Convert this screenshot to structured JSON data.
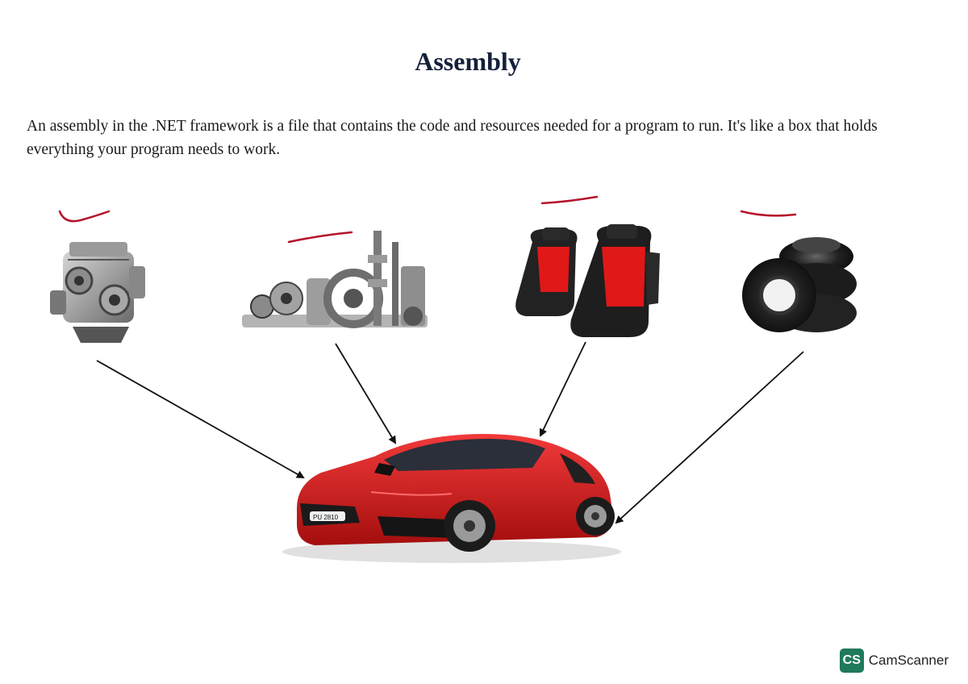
{
  "page": {
    "title": "Assembly",
    "description": "An assembly in the .NET framework is a file that contains the code and resources needed for a program to run. It's like a box that holds everything your program needs to work."
  },
  "watermark": {
    "icon": "CS",
    "label": "CamScanner"
  },
  "car": {
    "plate": "PU 2810"
  },
  "colors": {
    "title": "#14203a",
    "car_red": "#d81d1d",
    "annotation_ink": "#b4152a",
    "seat_red": "#e01818",
    "watermark_green": "#1f7a5c"
  }
}
